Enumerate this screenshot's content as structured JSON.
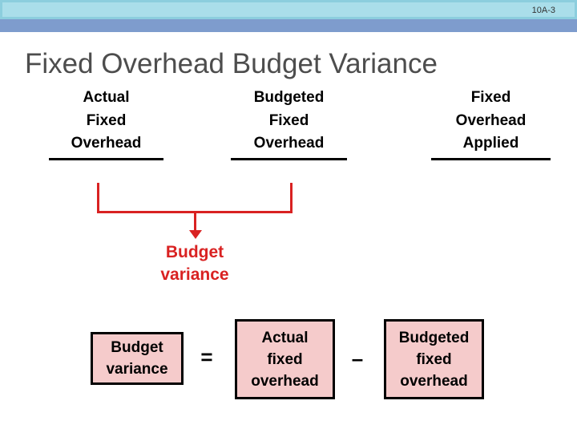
{
  "slide": {
    "page_number": "10A-3",
    "title": "Fixed Overhead Budget Variance"
  },
  "colors": {
    "header_band": "#AADEEA",
    "header_band_border": "#8CCEDE",
    "accent_band": "#7E9CCD",
    "title_text": "#4D4D4D",
    "connector_red": "#D92222",
    "label_red": "#D92222",
    "equation_box_fill": "#F5CBCB",
    "equation_box_border": "#000000"
  },
  "headers": [
    {
      "lines": [
        "Actual",
        "Fixed",
        "Overhead"
      ]
    },
    {
      "lines": [
        "Budgeted",
        "Fixed",
        "Overhead"
      ]
    },
    {
      "lines": [
        "Fixed",
        "Overhead",
        "Applied"
      ]
    }
  ],
  "bracket_label": {
    "lines": [
      "Budget",
      "variance"
    ]
  },
  "equation": {
    "result_box": {
      "lines": [
        "Budget",
        "variance"
      ]
    },
    "equals_sign": "=",
    "operand1_box": {
      "lines": [
        "Actual",
        "fixed",
        "overhead"
      ]
    },
    "minus_sign": "–",
    "operand2_box": {
      "lines": [
        "Budgeted",
        "fixed",
        "overhead"
      ]
    }
  }
}
